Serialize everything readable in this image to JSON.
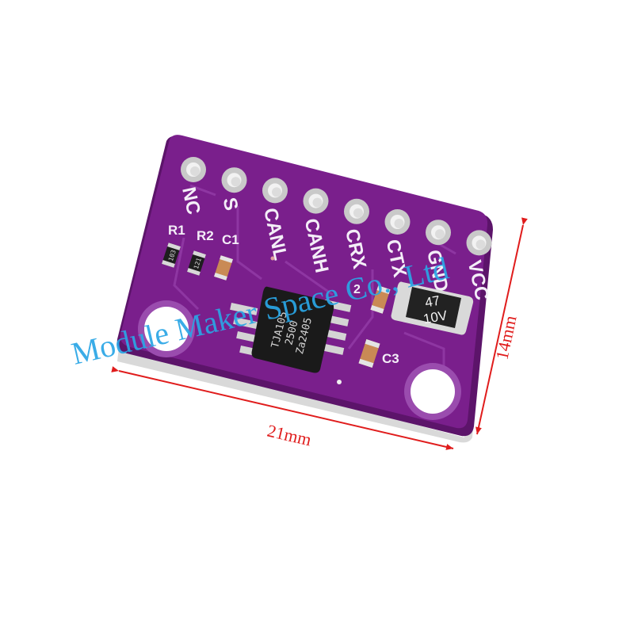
{
  "pin_labels": [
    "NC",
    "S",
    "CANL",
    "CANH",
    "CRX",
    "CTX",
    "GND",
    "VCC"
  ],
  "component_labels": {
    "r1": "R1",
    "r2": "R2",
    "c1": "C1",
    "r3_partial": "2",
    "c3": "C3"
  },
  "resistor_codes": {
    "r1": "103",
    "r2": "121"
  },
  "chip": {
    "line1": "TJA105",
    "line2": "2500",
    "line3": "Za2405"
  },
  "capacitor": {
    "line1": "47",
    "line2": "10V"
  },
  "dimensions": {
    "width": "21mm",
    "height": "14mm"
  },
  "watermark": "Module Maker Space Co., Ltd",
  "colors": {
    "board": "#7a1f8c",
    "board_edge": "#5c146a",
    "dimension_arrows": "#e01c1c",
    "watermark": "#2aa6e6"
  }
}
